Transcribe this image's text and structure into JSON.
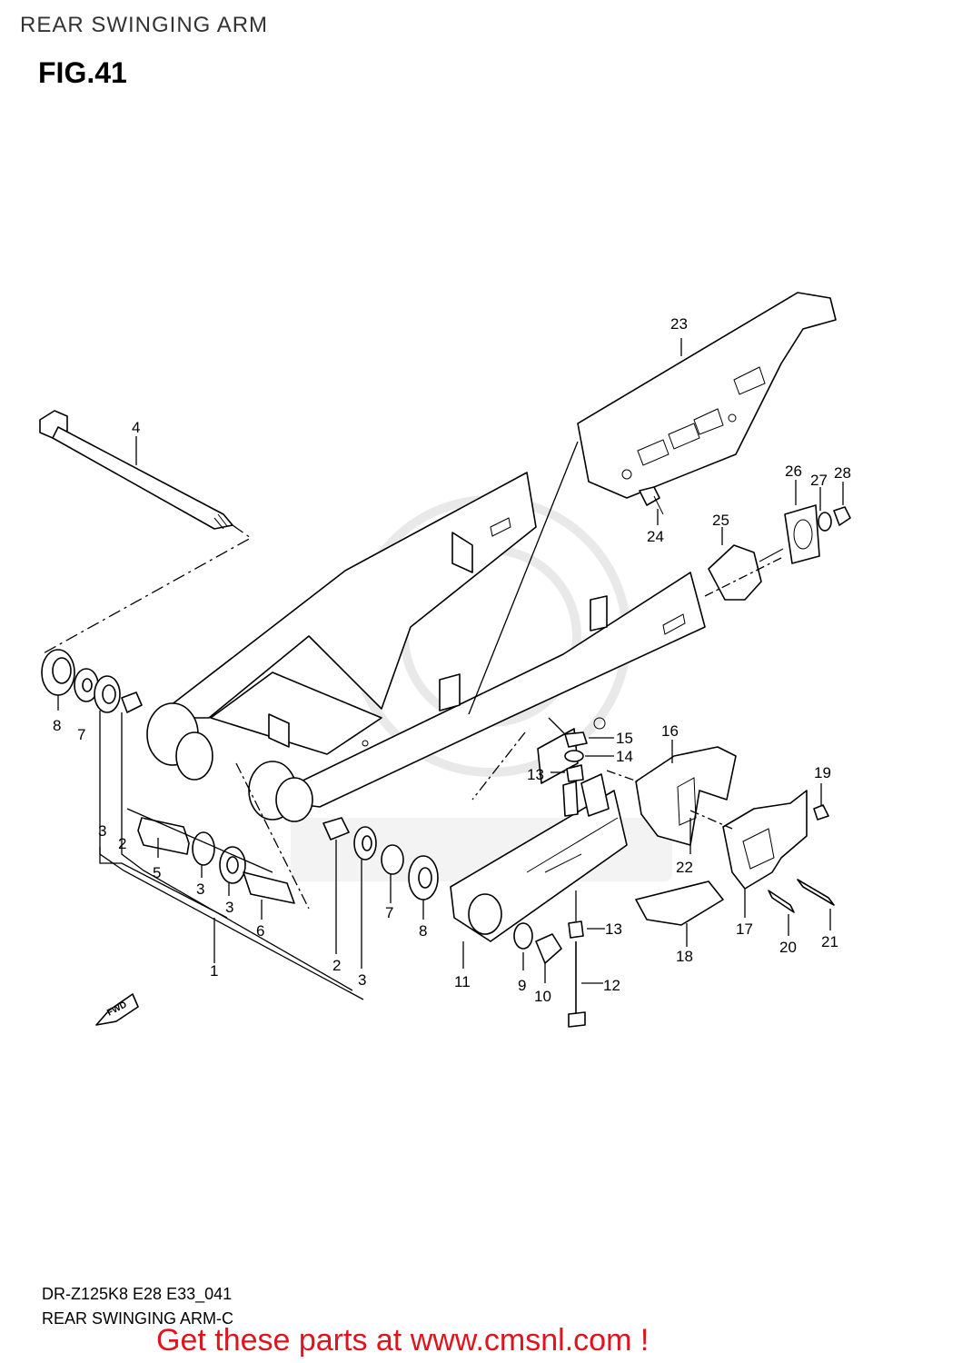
{
  "header": {
    "title": "REAR SWINGING ARM",
    "figure": "FIG.41"
  },
  "footer": {
    "model_code": "DR-Z125K8 E28 E33_041",
    "diagram_name": "REAR SWINGING ARM-C",
    "promo": "Get these parts at www.cmsnl.com !"
  },
  "fwd_marker": "FWD",
  "watermark_icon": "cms-watermark-logo",
  "callouts": [
    {
      "id": "c1",
      "label": "1"
    },
    {
      "id": "c2a",
      "label": "2"
    },
    {
      "id": "c2b",
      "label": "2"
    },
    {
      "id": "c3a",
      "label": "3"
    },
    {
      "id": "c3b",
      "label": "3"
    },
    {
      "id": "c3c",
      "label": "3"
    },
    {
      "id": "c3d",
      "label": "3"
    },
    {
      "id": "c4",
      "label": "4"
    },
    {
      "id": "c5",
      "label": "5"
    },
    {
      "id": "c6",
      "label": "6"
    },
    {
      "id": "c7a",
      "label": "7"
    },
    {
      "id": "c7b",
      "label": "7"
    },
    {
      "id": "c8a",
      "label": "8"
    },
    {
      "id": "c8b",
      "label": "8"
    },
    {
      "id": "c9",
      "label": "9"
    },
    {
      "id": "c10",
      "label": "10"
    },
    {
      "id": "c11",
      "label": "11"
    },
    {
      "id": "c12",
      "label": "12"
    },
    {
      "id": "c13a",
      "label": "13"
    },
    {
      "id": "c13b",
      "label": "13"
    },
    {
      "id": "c14",
      "label": "14"
    },
    {
      "id": "c15",
      "label": "15"
    },
    {
      "id": "c16",
      "label": "16"
    },
    {
      "id": "c17",
      "label": "17"
    },
    {
      "id": "c18",
      "label": "18"
    },
    {
      "id": "c19",
      "label": "19"
    },
    {
      "id": "c20",
      "label": "20"
    },
    {
      "id": "c21",
      "label": "21"
    },
    {
      "id": "c22",
      "label": "22"
    },
    {
      "id": "c23",
      "label": "23"
    },
    {
      "id": "c24",
      "label": "24"
    },
    {
      "id": "c25",
      "label": "25"
    },
    {
      "id": "c26",
      "label": "26"
    },
    {
      "id": "c27",
      "label": "27"
    },
    {
      "id": "c28",
      "label": "28"
    }
  ]
}
